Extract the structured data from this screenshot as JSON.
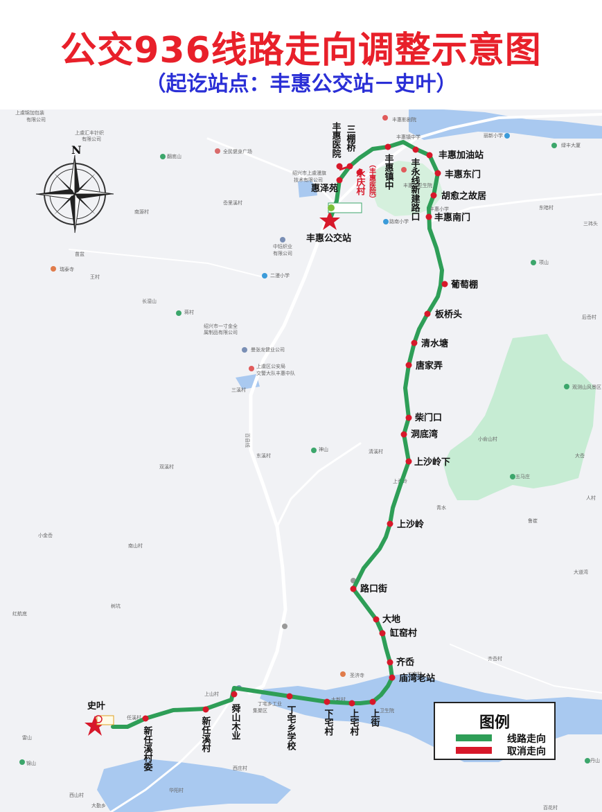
{
  "header": {
    "title": "公交936线路走向调整示意图",
    "subtitle": "（起讫站点：丰惠公交站－史叶）"
  },
  "colors": {
    "route": "#2e9e57",
    "cancelled": "#d7182a",
    "stop": "#d7182a",
    "water": "#a9c9f0",
    "green_area": "#c6ecd3",
    "road": "#ffffff",
    "title_red": "#e8202a",
    "subtitle_blue": "#2a2fd6"
  },
  "compass": {
    "north_label": "N"
  },
  "terminals": {
    "start": "丰惠公交站",
    "end": "史叶"
  },
  "stops": [
    "惠泽苑",
    "丰惠医院",
    "三棚桥",
    "永庆村",
    "丰惠镇中",
    "丰永线新建路口",
    "丰惠加油站",
    "丰惠东门",
    "胡愈之故居",
    "丰惠南门",
    "葡萄棚",
    "板桥头",
    "清水塘",
    "唐家弄",
    "柴门口",
    "洞底湾",
    "上沙岭下",
    "上沙岭",
    "路口街",
    "大地",
    "缸窑村",
    "齐岙",
    "庙湾老站",
    "上街",
    "上宅村",
    "下宅村",
    "丁宅乡学校",
    "舜山木业",
    "新任溪村",
    "新任溪村委"
  ],
  "annotations": {
    "hospital_note": "（丰惠医院）"
  },
  "map_labels": [
    "上虞锦加包装",
    "有限公司",
    "上虞汇丰针织",
    "有限公司",
    "全民健身广场",
    "翻底山",
    "岙里溪村",
    "南源村",
    "绍兴市上虞漫旗",
    "技术有限公司",
    "中钰织业",
    "有限公司",
    "苗盆",
    "瑞泰寺",
    "王村",
    "二漫小学",
    "长湿山",
    "蒋村",
    "绍兴市一寸金全",
    "属制品有限公司",
    "曼张龙健业公司",
    "上虞区公安局",
    "交警大队丰惠中队",
    "三溪村",
    "百县线",
    "东溪村",
    "双溪村",
    "神山",
    "清溪村",
    "小金岙",
    "南山村",
    "上岙岭",
    "红航底",
    "树坑",
    "任溪村",
    "上山村",
    "丁宅乡工业",
    "集聚区",
    "圣济寺",
    "大新村",
    "西庄村",
    "华阳村",
    "西山村",
    "大勤乡",
    "锦山",
    "丰惠影剧院",
    "丰惠镇中学",
    "丰惠镇卫生院",
    "路南小学",
    "绿丰大厦",
    "丽新小学",
    "东暗村",
    "丰惠小学",
    "三祎头",
    "项山",
    "后岙村",
    "观测山风景区",
    "小俞山村",
    "大岙",
    "五马庄",
    "青水",
    "人村",
    "鲁崔",
    "大道湾",
    "齐岙村",
    "丁宅村",
    "雷山",
    "丹山",
    "百花村",
    "卫生院"
  ],
  "legend": {
    "title": "图例",
    "items": [
      {
        "label": "线路走向",
        "color": "#2e9e57"
      },
      {
        "label": "取消走向",
        "color": "#d7182a"
      }
    ]
  }
}
